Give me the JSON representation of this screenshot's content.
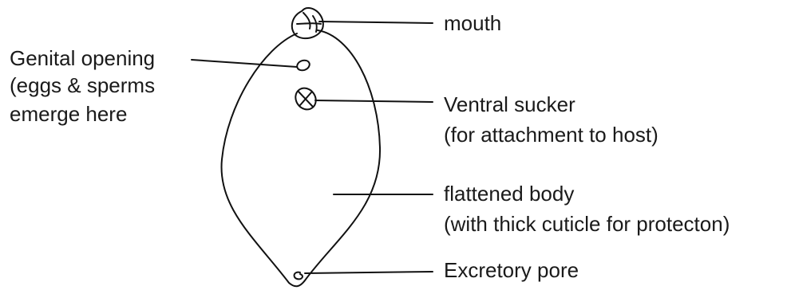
{
  "diagram": {
    "labels": {
      "mouth": "mouth",
      "genital_opening": [
        "Genital opening",
        "(eggs & sperms",
        "emerge here"
      ],
      "ventral_sucker": [
        "Ventral sucker",
        "(for attachment to host)"
      ],
      "flattened_body": [
        "flattened body",
        "(with thick cuticle for protecton)"
      ],
      "excretory_pore": "Excretory pore"
    },
    "colors": {
      "ink": "#111111",
      "background": "#ffffff"
    }
  }
}
